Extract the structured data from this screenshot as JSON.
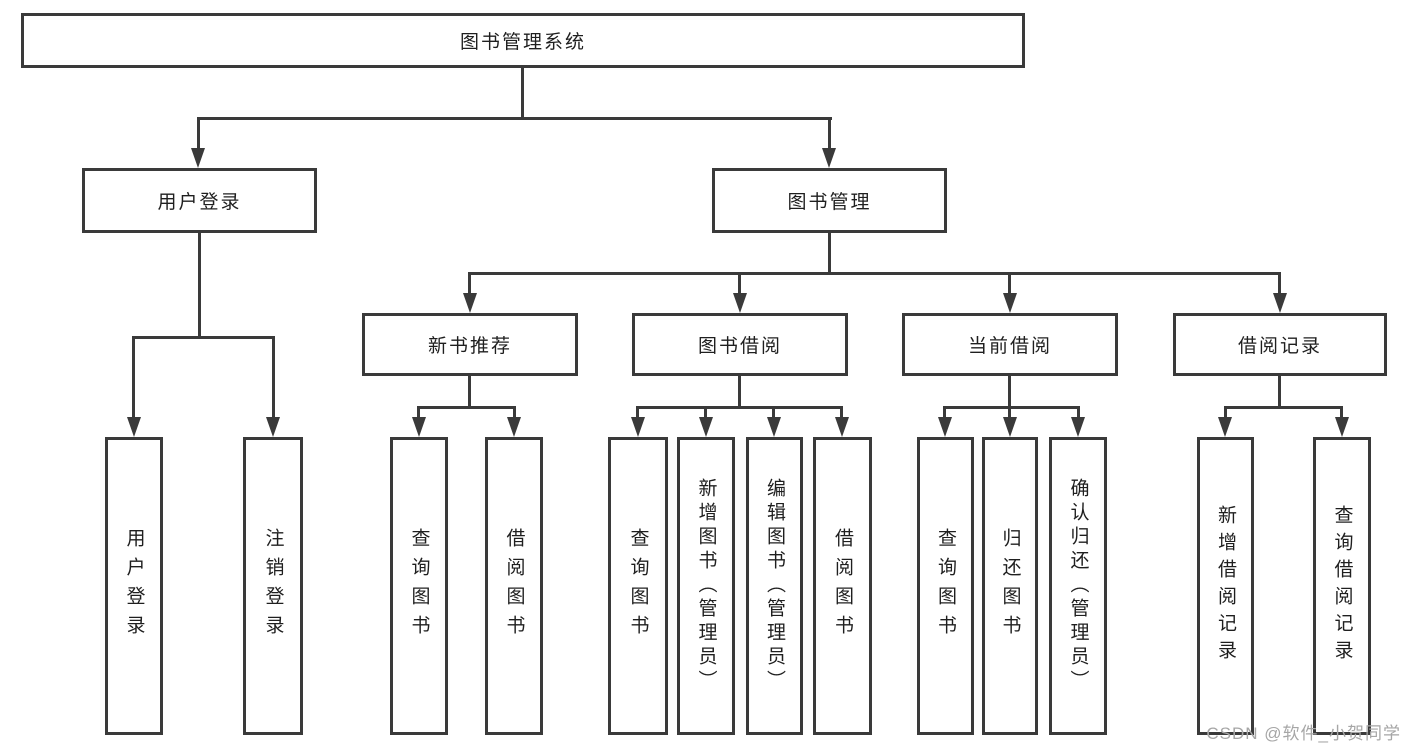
{
  "diagram": {
    "type": "hierarchy-tree",
    "colors": {
      "line": "#3a3a3a",
      "border": "#3a3a3a",
      "text": "#1f1f1f",
      "watermark": "#a6a6a6",
      "background": "#ffffff"
    },
    "watermark": "CSDN @软件_小贺同学",
    "nodes": {
      "root": {
        "label": "图书管理系统"
      },
      "user_login": {
        "label": "用户登录"
      },
      "book_mgmt": {
        "label": "图书管理"
      },
      "ul_login": {
        "label": "用户登录"
      },
      "ul_logout": {
        "label": "注销登录"
      },
      "new_book": {
        "label": "新书推荐"
      },
      "book_borrow": {
        "label": "图书借阅"
      },
      "current_borrow": {
        "label": "当前借阅"
      },
      "borrow_record": {
        "label": "借阅记录"
      },
      "nb_query": {
        "label": "查询图书"
      },
      "nb_borrow": {
        "label": "借阅图书"
      },
      "bb_query": {
        "label": "查询图书"
      },
      "bb_add": {
        "label": "新增图书（管理员）"
      },
      "bb_edit": {
        "label": "编辑图书（管理员）"
      },
      "bb_borrow": {
        "label": "借阅图书"
      },
      "cb_query": {
        "label": "查询图书"
      },
      "cb_return": {
        "label": "归还图书"
      },
      "cb_confirm": {
        "label": "确认归还（管理员）"
      },
      "br_add": {
        "label": "新增借阅记录"
      },
      "br_query": {
        "label": "查询借阅记录"
      }
    },
    "edges": [
      "root->user_login",
      "root->book_mgmt",
      "user_login->ul_login",
      "user_login->ul_logout",
      "book_mgmt->new_book",
      "book_mgmt->book_borrow",
      "book_mgmt->current_borrow",
      "book_mgmt->borrow_record",
      "new_book->nb_query",
      "new_book->nb_borrow",
      "book_borrow->bb_query",
      "book_borrow->bb_add",
      "book_borrow->bb_edit",
      "book_borrow->bb_borrow",
      "current_borrow->cb_query",
      "current_borrow->cb_return",
      "current_borrow->cb_confirm",
      "borrow_record->br_add",
      "borrow_record->br_query"
    ]
  }
}
